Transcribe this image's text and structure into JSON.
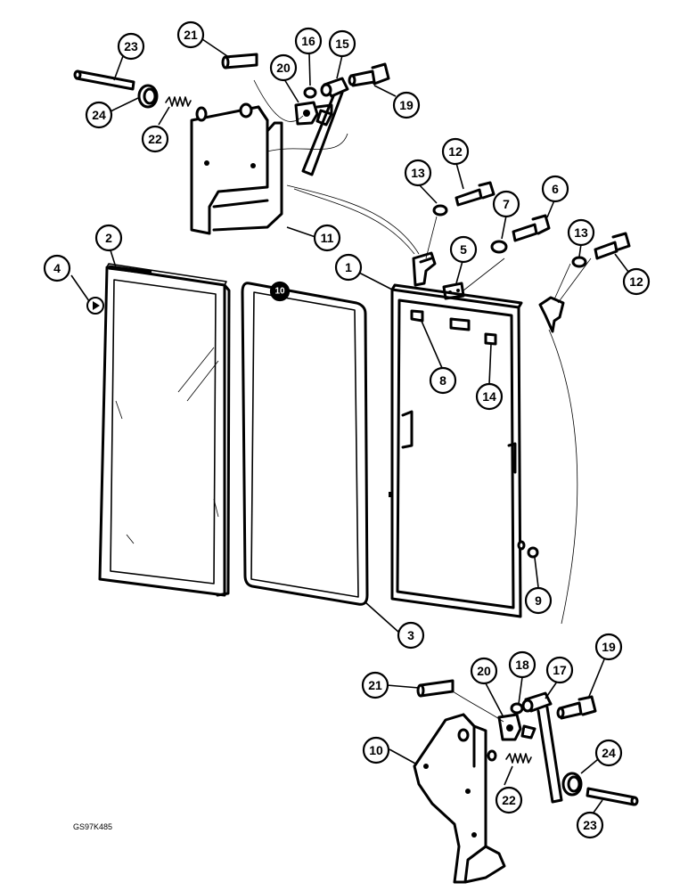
{
  "drawing_code": "GS97K485",
  "callouts": {
    "c1": "1",
    "c2": "2",
    "c3": "3",
    "c4": "4",
    "c5": "5",
    "c6": "6",
    "c7": "7",
    "c8": "8",
    "c9": "9",
    "c10": "10",
    "c11": "11",
    "c12a": "12",
    "c12b": "12",
    "c13a": "13",
    "c13b": "13",
    "c14": "14",
    "c15": "15",
    "c16": "16",
    "c17": "17",
    "c18": "18",
    "c19a": "19",
    "c19b": "19",
    "c20a": "20",
    "c20b": "20",
    "c21a": "21",
    "c21b": "21",
    "c22a": "22",
    "c22b": "22",
    "c23a": "23",
    "c23b": "23",
    "c24a": "24",
    "c24b": "24",
    "seal_mark": "10"
  }
}
